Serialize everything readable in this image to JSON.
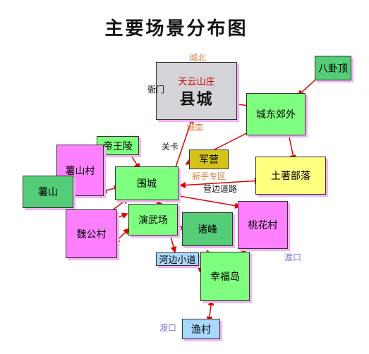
{
  "title": "主要场景分布图",
  "nodes": {
    "county": {
      "sub": "天云山庄",
      "main": "县城",
      "color": "#d4d4d8"
    },
    "bagua": {
      "label": "八卦顶",
      "color": "#55cc77"
    },
    "east_suburb": {
      "label": "城东郊外",
      "color": "#7fff7f"
    },
    "emperor_tomb": {
      "label": "帝王陵",
      "color": "#7fff7f"
    },
    "army_camp": {
      "label": "军营",
      "color": "#d4c41a"
    },
    "shushan_village": {
      "label": "薯山村",
      "color": "#ff80ff"
    },
    "tribe": {
      "label": "土著部落",
      "color": "#ffff80"
    },
    "shushan": {
      "label": "薯山",
      "color": "#55cc77"
    },
    "weicheng": {
      "label": "围城",
      "color": "#7fff7f"
    },
    "drill_field": {
      "label": "演武场",
      "color": "#7fff7f"
    },
    "weigong_village": {
      "label": "魏公村",
      "color": "#ff80ff"
    },
    "zhufeng": {
      "label": "诸峰",
      "color": "#55cc77"
    },
    "peach_village": {
      "label": "桃花村",
      "color": "#ff80ff"
    },
    "river_path": {
      "label": "河边小道",
      "color": "#a8d8ff"
    },
    "happy_island": {
      "label": "幸福岛",
      "color": "#7fff7f"
    },
    "fishing_village": {
      "label": "渔村",
      "color": "#a8d8ff"
    }
  },
  "labels": {
    "city_north": "城北",
    "city_south": "城南",
    "yamen": "衙门",
    "guanka": "关卡",
    "rookie_zone": "新手专区",
    "camp_road": "营边道路",
    "ferry_1": "渡口",
    "ferry_2": "渡口"
  },
  "colors": {
    "edge": "#e00000",
    "orange_label": "#d9824a",
    "blue_label": "#7a7ad8"
  }
}
